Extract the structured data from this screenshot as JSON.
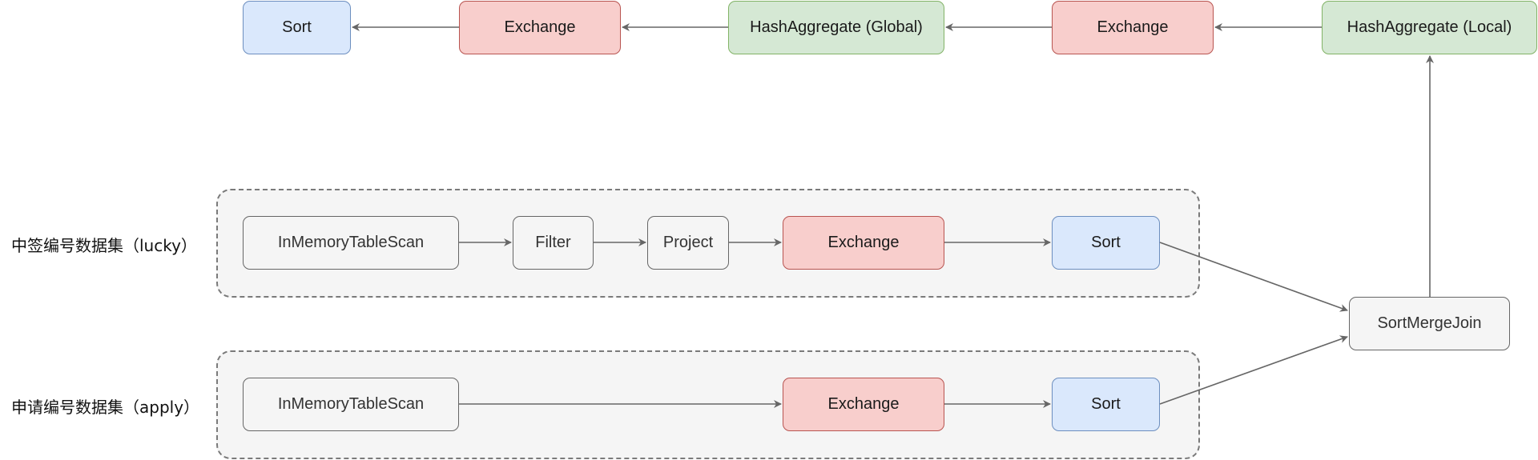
{
  "groups": {
    "lucky": {
      "label": "中签编号数据集（lucky）"
    },
    "apply": {
      "label": "申请编号数据集（apply）"
    }
  },
  "nodes": {
    "top_sort": "Sort",
    "top_exchange_1": "Exchange",
    "hash_global": "HashAggregate (Global)",
    "top_exchange_2": "Exchange",
    "hash_local": "HashAggregate (Local)",
    "lucky_scan": "InMemoryTableScan",
    "lucky_filter": "Filter",
    "lucky_project": "Project",
    "lucky_exchange": "Exchange",
    "lucky_sort": "Sort",
    "apply_scan": "InMemoryTableScan",
    "apply_exchange": "Exchange",
    "apply_sort": "Sort",
    "sort_merge_join": "SortMergeJoin"
  },
  "colors": {
    "gray_fill": "#f5f5f5",
    "red_fill": "#f8cecc",
    "blue_fill": "#dae8fc",
    "green_fill": "#d5e8d4",
    "edge": "#666666"
  }
}
